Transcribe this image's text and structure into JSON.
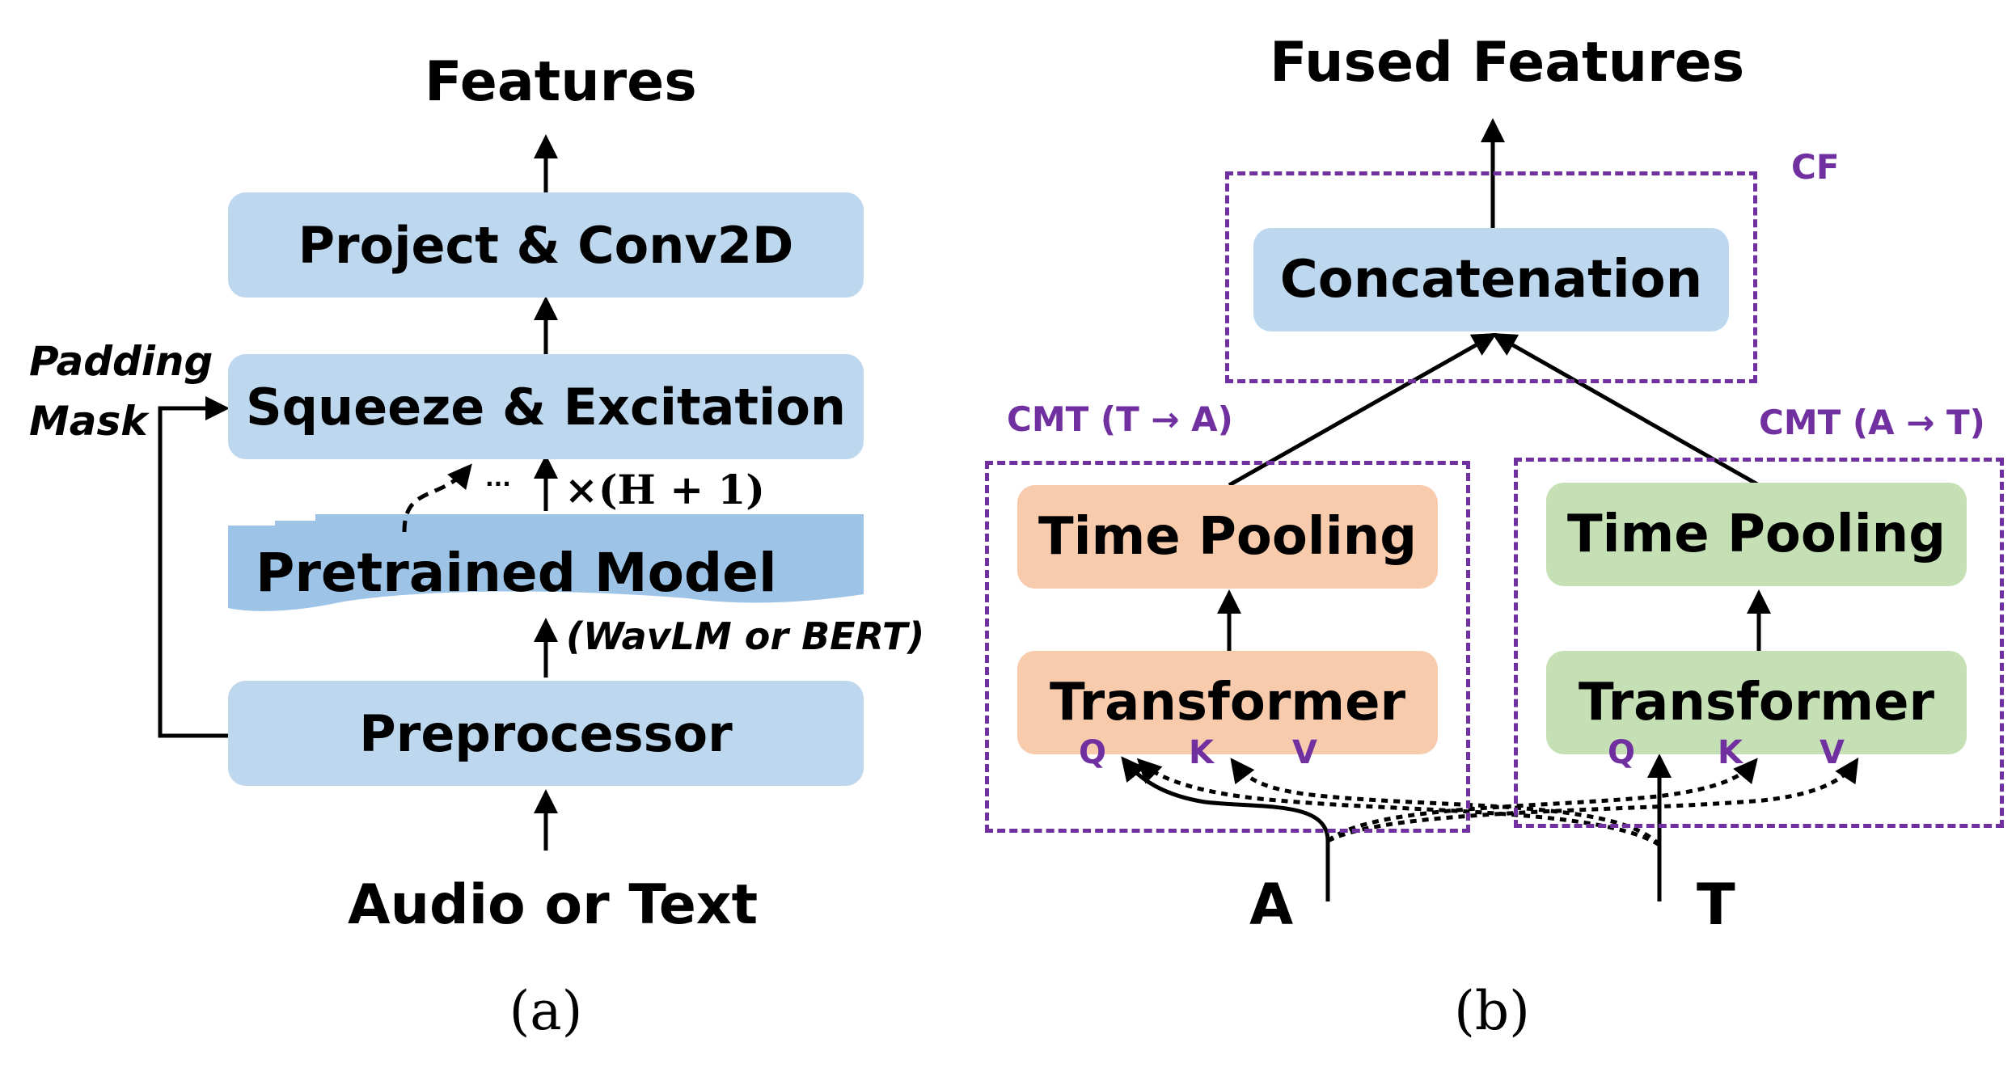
{
  "panel_a": {
    "title": "Features",
    "project": "Project & Conv2D",
    "squeeze": "Squeeze & Excitation",
    "pretrained": "Pretrained Model",
    "pretrained_note": "(WavLM or BERT)",
    "repeat_dots": "···",
    "repeat": "×(H + 1)",
    "padding_mask_1": "Padding",
    "padding_mask_2": "Mask",
    "preprocessor": "Preprocessor",
    "input": "Audio or Text",
    "caption": "(a)"
  },
  "panel_b": {
    "title": "Fused Features",
    "cf_label": "CF",
    "concat": "Concatenation",
    "cmt_left_label": "CMT (T → A)",
    "cmt_right_label": "CMT (A → T)",
    "left_pool": "Time Pooling",
    "left_transformer": "Transformer",
    "right_pool": "Time Pooling",
    "right_transformer": "Transformer",
    "q": "Q",
    "k": "K",
    "v": "V",
    "input_a": "A",
    "input_t": "T",
    "caption": "(b)"
  },
  "colors": {
    "blue": "#bdd7ee",
    "pretrained_blue": "#9dc3e6",
    "orange": "#f8cbad",
    "green": "#c5e0b4",
    "purple": "#7030a0"
  }
}
